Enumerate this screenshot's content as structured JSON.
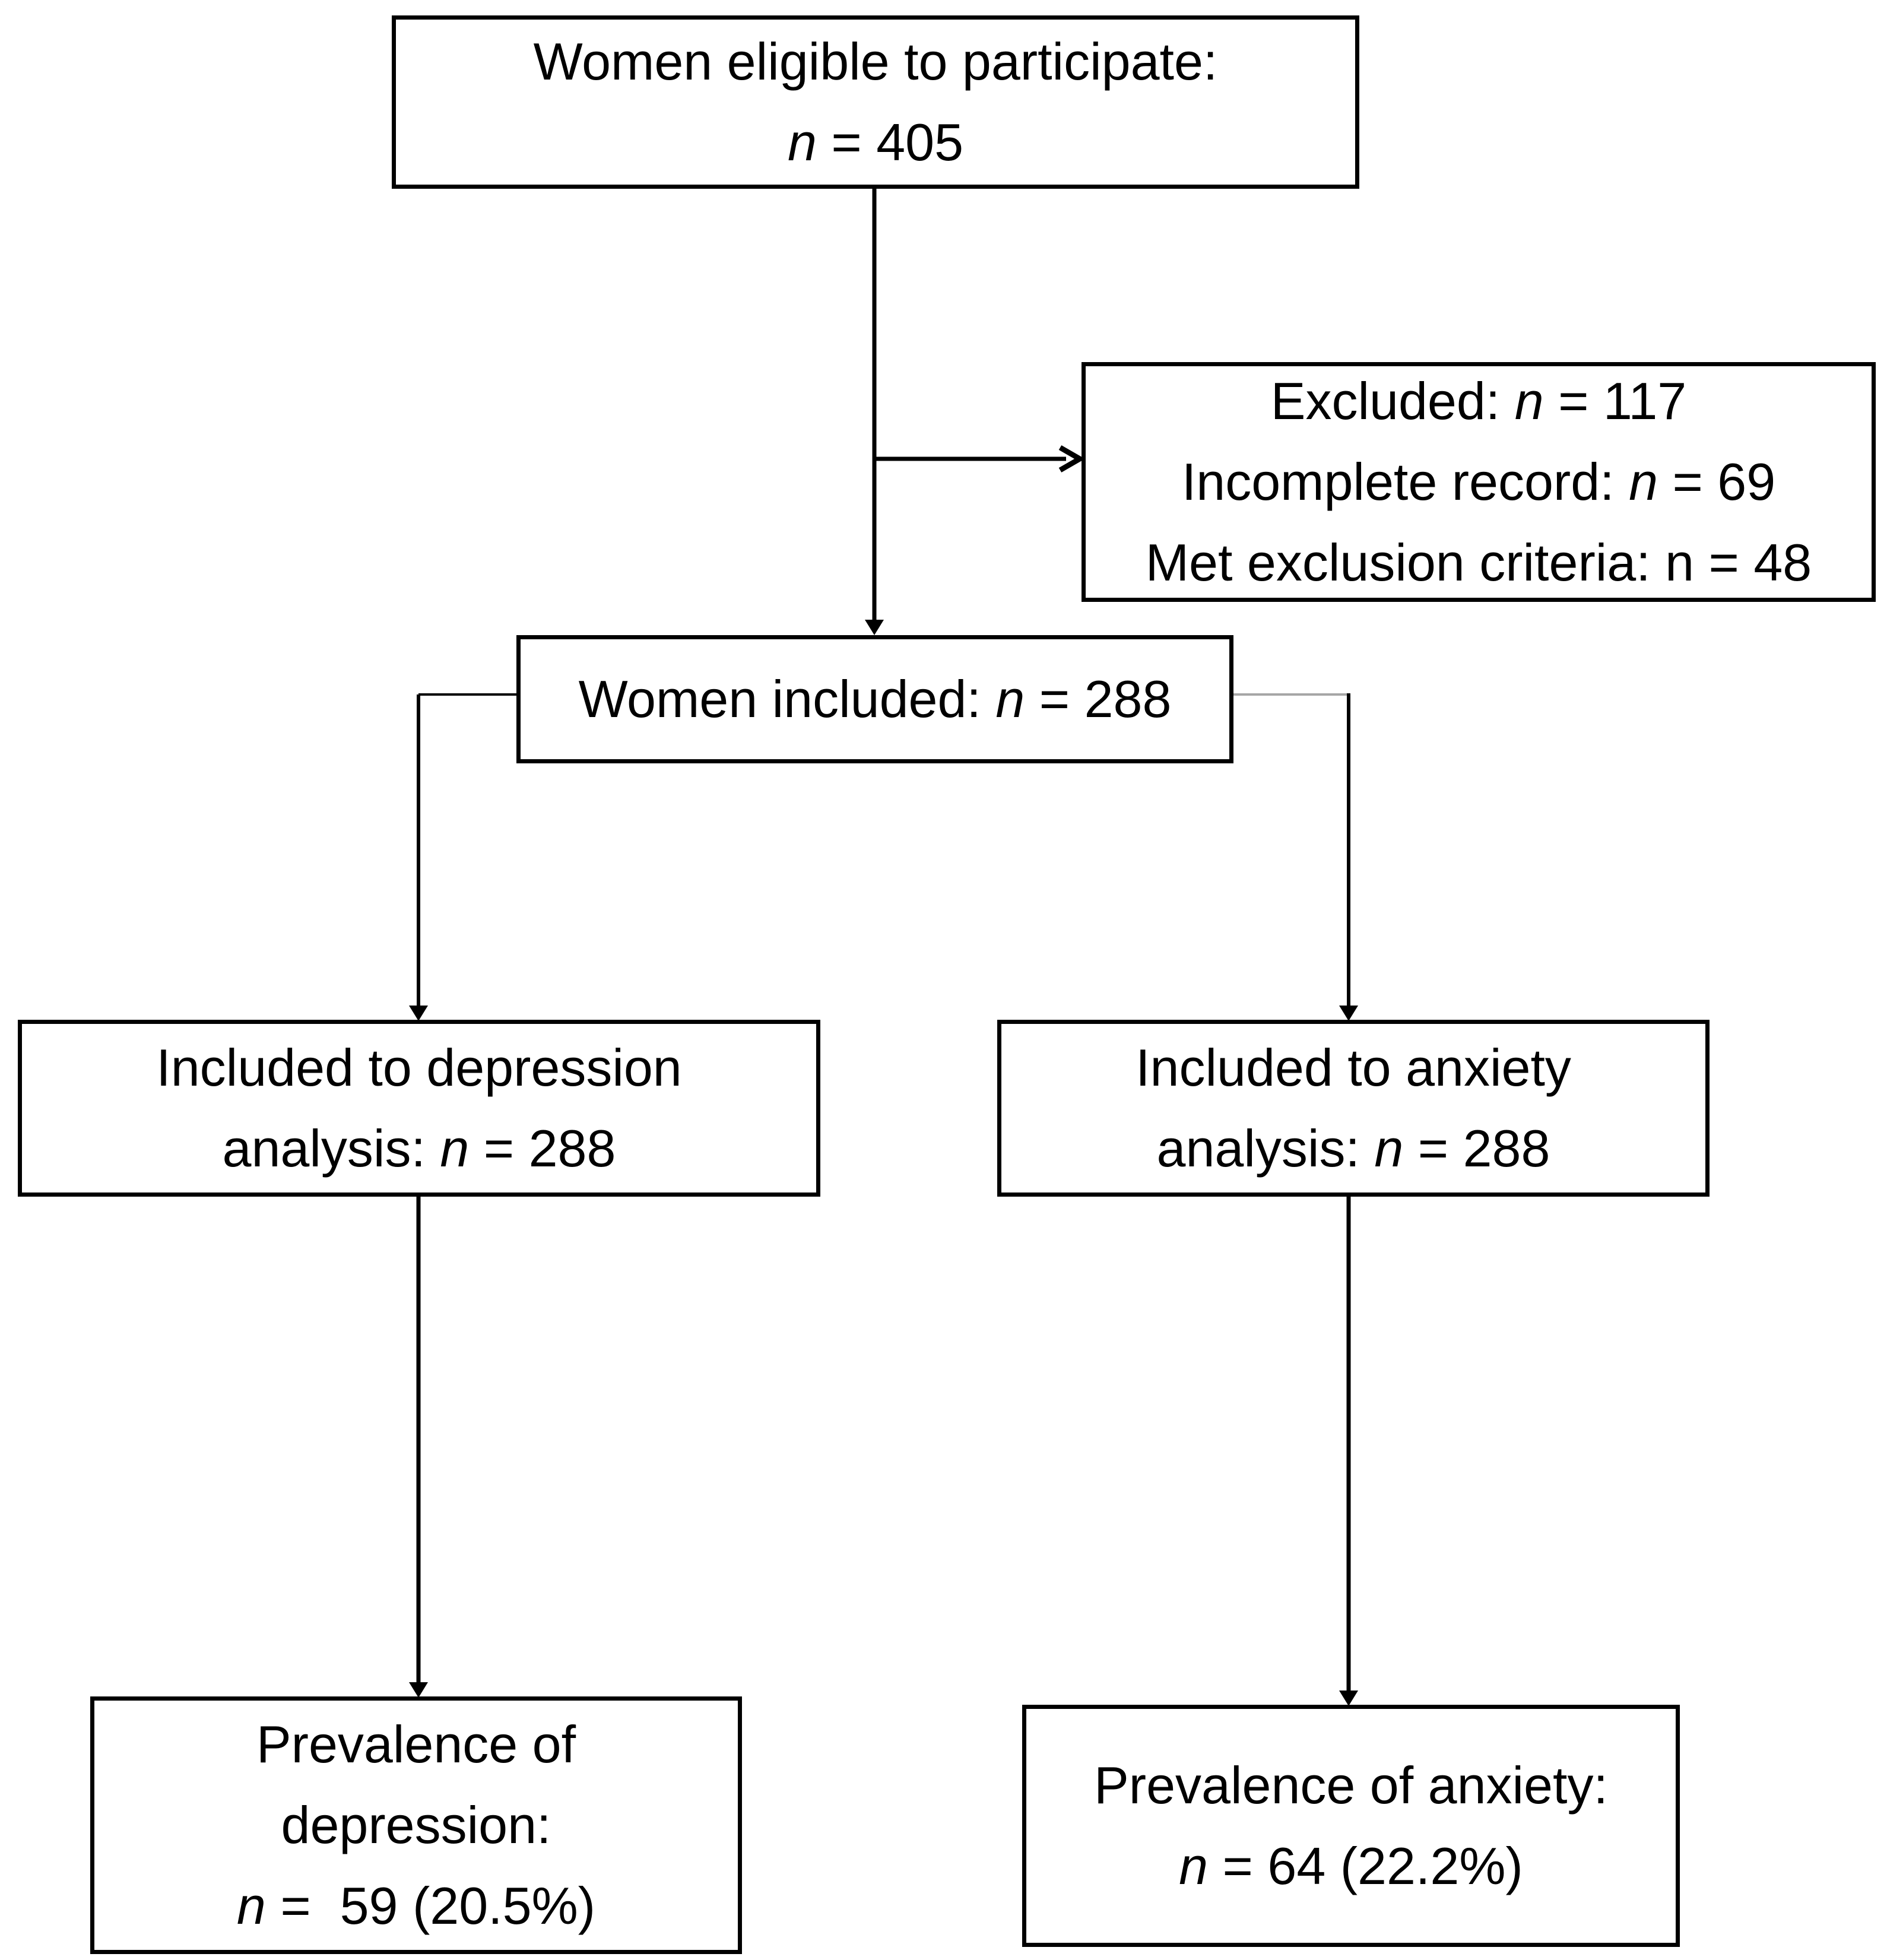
{
  "figure": {
    "type": "participant-flow-diagram"
  },
  "colors": {
    "line": "#000000",
    "muted_line": "#a6a6a6",
    "text": "#000000",
    "background": "#ffffff",
    "border": "#000000"
  },
  "boxes": {
    "eligible": {
      "lines": [
        [
          {
            "text": "Women eligible to participate:"
          }
        ],
        [
          {
            "text": "n",
            "italic": true
          },
          {
            "text": " = 405"
          }
        ]
      ]
    },
    "excluded": {
      "lines": [
        [
          {
            "text": "Excluded: "
          },
          {
            "text": "n",
            "italic": true
          },
          {
            "text": " = 117"
          }
        ],
        [
          {
            "text": "Incomplete record: "
          },
          {
            "text": "n",
            "italic": true
          },
          {
            "text": " = 69"
          }
        ],
        [
          {
            "text": "Met exclusion criteria: n = 48"
          }
        ]
      ]
    },
    "included": {
      "lines": [
        [
          {
            "text": "Women included: "
          },
          {
            "text": "n",
            "italic": true
          },
          {
            "text": " = 288"
          }
        ]
      ]
    },
    "depression_analysis": {
      "lines": [
        [
          {
            "text": "Included to depression"
          }
        ],
        [
          {
            "text": "analysis: "
          },
          {
            "text": "n",
            "italic": true
          },
          {
            "text": " = 288"
          }
        ]
      ]
    },
    "anxiety_analysis": {
      "lines": [
        [
          {
            "text": "Included to anxiety"
          }
        ],
        [
          {
            "text": "analysis: "
          },
          {
            "text": "n",
            "italic": true
          },
          {
            "text": " = 288"
          }
        ]
      ]
    },
    "depression_prevalence": {
      "lines": [
        [
          {
            "text": "Prevalence of"
          }
        ],
        [
          {
            "text": "depression:"
          }
        ],
        [
          {
            "text": "n",
            "italic": true
          },
          {
            "text": " =  59 (20.5%)"
          }
        ]
      ]
    },
    "anxiety_prevalence": {
      "lines": [
        [
          {
            "text": "Prevalence of anxiety:"
          }
        ],
        [
          {
            "text": "n",
            "italic": true
          },
          {
            "text": " = 64 (22.2%)"
          }
        ]
      ]
    }
  }
}
